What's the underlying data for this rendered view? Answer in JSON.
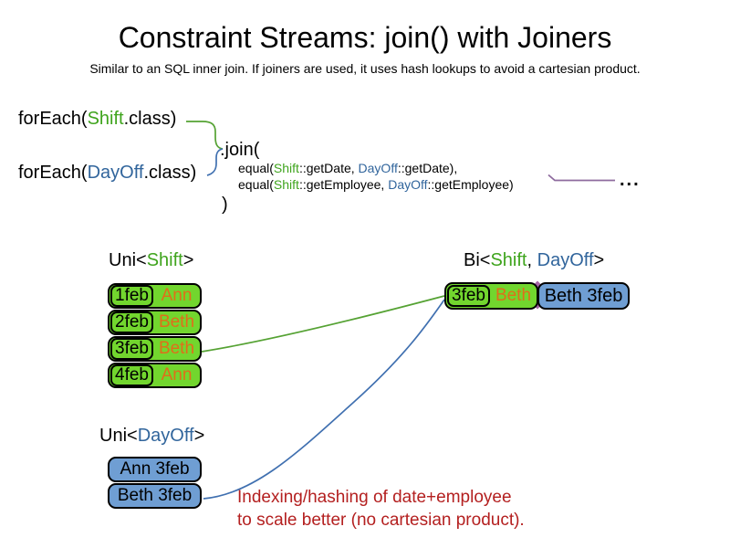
{
  "slide": {
    "title": "Constraint Streams: join() with Joiners",
    "subtitle": "Similar to an SQL inner join. If joiners are used, it uses hash lookups to avoid a cartesian product."
  },
  "code": {
    "foreach_shift": {
      "pre": "forEach(",
      "cls": "Shift",
      "post": ".class)"
    },
    "foreach_dayoff": {
      "pre": "forEach(",
      "cls": "DayOff",
      "post": ".class)"
    },
    "join_open": ".join(",
    "joiner_date": {
      "pre": "equal(",
      "shift": "Shift",
      "mid": "::getDate, ",
      "dayoff": "DayOff",
      "post": "::getDate),"
    },
    "joiner_employee": {
      "pre": "equal(",
      "shift": "Shift",
      "mid": "::getEmployee, ",
      "dayoff": "DayOff",
      "post": "::getEmployee)"
    },
    "join_close": ")",
    "ellipsis": "..."
  },
  "streams": {
    "uni_shift": {
      "label": {
        "pre": "Uni<",
        "type": "Shift",
        "post": ">"
      },
      "rows": [
        {
          "date": "1feb",
          "employee": "Ann"
        },
        {
          "date": "2feb",
          "employee": "Beth"
        },
        {
          "date": "3feb",
          "employee": "Beth"
        },
        {
          "date": "4feb",
          "employee": "Ann"
        }
      ]
    },
    "bi": {
      "label": {
        "pre": "Bi<",
        "shift": "Shift",
        "sep": ", ",
        "dayoff": "DayOff",
        "post": ">"
      },
      "row": {
        "shift_date": "3feb",
        "shift_employee": "Beth",
        "dayoff": "Beth 3feb"
      }
    },
    "uni_dayoff": {
      "label": {
        "pre": "Uni<",
        "type": "DayOff",
        "post": ">"
      },
      "rows": [
        {
          "text": "Ann 3feb"
        },
        {
          "text": "Beth 3feb"
        }
      ]
    }
  },
  "annotation": {
    "line1": "Indexing/hashing of date+employee",
    "line2": "to scale better (no cartesian product)."
  },
  "colors": {
    "shift_green": "#3fa41d",
    "dayoff_blue": "#31659c",
    "employee_orange": "#e06e1a",
    "green_fill": "#72d62e",
    "blue_fill": "#6f9ed3",
    "annotation_red": "#b42020",
    "connector_green": "#55a233",
    "connector_blue": "#4070b0",
    "ellipsis_purple": "#8e6b9e",
    "junction_purple": "#a565a5"
  }
}
